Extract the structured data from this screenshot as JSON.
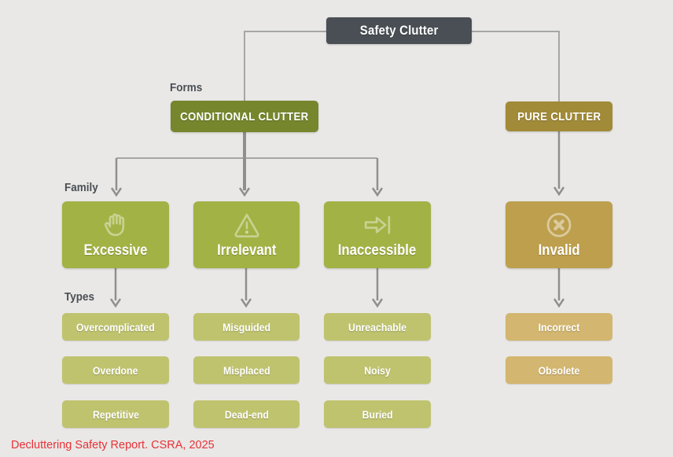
{
  "header": {
    "title": "Safety Clutter"
  },
  "section_labels": {
    "forms": "Forms",
    "family": "Family",
    "types": "Types"
  },
  "forms": [
    {
      "id": "conditional-clutter",
      "label": "CONDITIONAL CLUTTER",
      "color": "#76862d"
    },
    {
      "id": "pure-clutter",
      "label": "PURE CLUTTER",
      "color": "#a18a38"
    }
  ],
  "families": [
    {
      "label": "Excessive",
      "icon": "hand-icon",
      "color": "#a3b244",
      "type_color": "#bfc36e",
      "types": [
        "Overcomplicated",
        "Overdone",
        "Repetitive"
      ]
    },
    {
      "label": "Irrelevant",
      "icon": "warning-triangle-icon",
      "color": "#a3b244",
      "type_color": "#bfc36e",
      "types": [
        "Misguided",
        "Misplaced",
        "Dead-end"
      ]
    },
    {
      "label": "Inaccessible",
      "icon": "arrow-to-bar-icon",
      "color": "#a3b244",
      "type_color": "#bfc36e",
      "types": [
        "Unreachable",
        "Noisy",
        "Buried"
      ]
    },
    {
      "label": "Invalid",
      "icon": "x-circle-icon",
      "color": "#bd9f4d",
      "type_color": "#d3b66f",
      "types": [
        "Incorrect",
        "Obsolete"
      ]
    }
  ],
  "caption": "Decluttering Safety Report. CSRA, 2025",
  "colors": {
    "background": "#e9e8e6",
    "root_box": "#4a4f55",
    "connector_line": "#a6a6a6",
    "connector_arrow": "#8f8f8f",
    "section_label": "#4a4f55",
    "caption_red": "#e73137"
  }
}
